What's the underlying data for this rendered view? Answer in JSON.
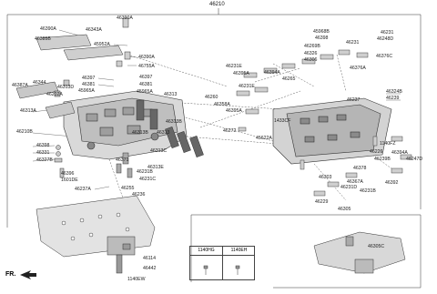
{
  "diagram": {
    "main_assembly": "46210",
    "labels": {
      "l46390a_top": "46390A",
      "l46390a_left": "46390A",
      "l46385b": "46385B",
      "l46343a": "46343A",
      "l45952a": "45952A",
      "l46390a_mid": "46390A",
      "l46755a": "46755A",
      "l46387a": "46387A",
      "l46344": "46344",
      "l46397": "46397",
      "l46381a": "46381",
      "l46397b": "46397",
      "l46381b": "46381",
      "l46313d": "46313D",
      "l46202a": "46202A",
      "l45965a": "45965A",
      "l45965a_b": "45965A",
      "l46313a": "46313A",
      "l46313": "46313",
      "l46313b": "46313B",
      "l46210b": "46210B",
      "l46313b_2": "46313B",
      "l46313_2": "46313",
      "l46313c": "46313C",
      "l46398": "46398",
      "l46331": "46331",
      "l46327b": "46327B",
      "l46371": "46371",
      "l46313e": "46313E",
      "l46396": "46396",
      "l1601de": "1601DE",
      "l46231b_a": "46231B",
      "l46231c": "46231C",
      "l46237a": "46237A",
      "l46255": "46255",
      "l46236": "46236",
      "l46260": "46260",
      "l46231e_a": "46231E",
      "l46395a_a": "46395A",
      "l46231e_b": "46231E",
      "l46358a": "46358A",
      "l46395a_b": "46395A",
      "l46272": "46272",
      "l1433cf": "1433CF",
      "l45622a": "45622A",
      "l46394a": "46394A",
      "l46265": "46265",
      "l45968b": "45968B",
      "l46398_r": "46398",
      "l46269b": "46269B",
      "l46326": "46326",
      "l46306": "46306",
      "l46231_r": "46231",
      "l46231_r2": "46231",
      "l46248d": "46248D",
      "l46376c": "46376C",
      "l46376a": "46376A",
      "l46237": "46237",
      "l46324b": "46324B",
      "l46239": "46239",
      "l1140fz": "1140FZ",
      "l46226": "46226",
      "l46239b": "46239B",
      "l46394a_b": "46394A",
      "l46247d": "46247D",
      "l46378": "46378",
      "l46303": "46303",
      "l46392": "46392",
      "l46367a": "46367A",
      "l46231d": "46231D",
      "l46231b_b": "46231B",
      "l46229": "46229",
      "l46305": "46305",
      "l46114": "46114",
      "l46442": "46442",
      "l1140ew": "1140EW",
      "l46305c": "46305C"
    },
    "table": {
      "col1": "1140HG",
      "col2": "1140EH"
    },
    "direction_marker": "FR."
  }
}
